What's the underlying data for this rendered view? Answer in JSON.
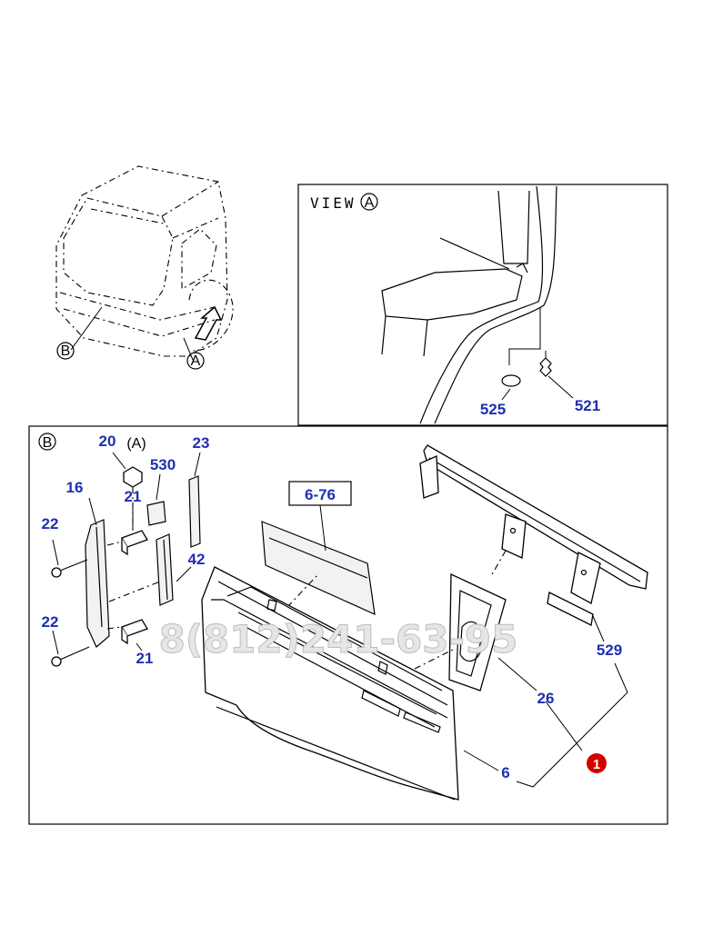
{
  "view_title": "VIEW",
  "view_marker": "A",
  "detail_marker": "B",
  "cab_markers": [
    "B",
    "A"
  ],
  "sub_note": "(A)",
  "callouts": {
    "p525": "525",
    "p521": "521",
    "p20": "20",
    "p530": "530",
    "p23": "23",
    "p16": "16",
    "p21a": "21",
    "p22a": "22",
    "p42": "42",
    "p22b": "22",
    "p21b": "21",
    "p6_76": "6-76",
    "p529": "529",
    "p26": "26",
    "p6": "6",
    "assembly": "1"
  },
  "watermark": "8(812)241-63-95",
  "colors": {
    "callout": "#1f2fb0",
    "assembly_badge": "#d40000"
  }
}
